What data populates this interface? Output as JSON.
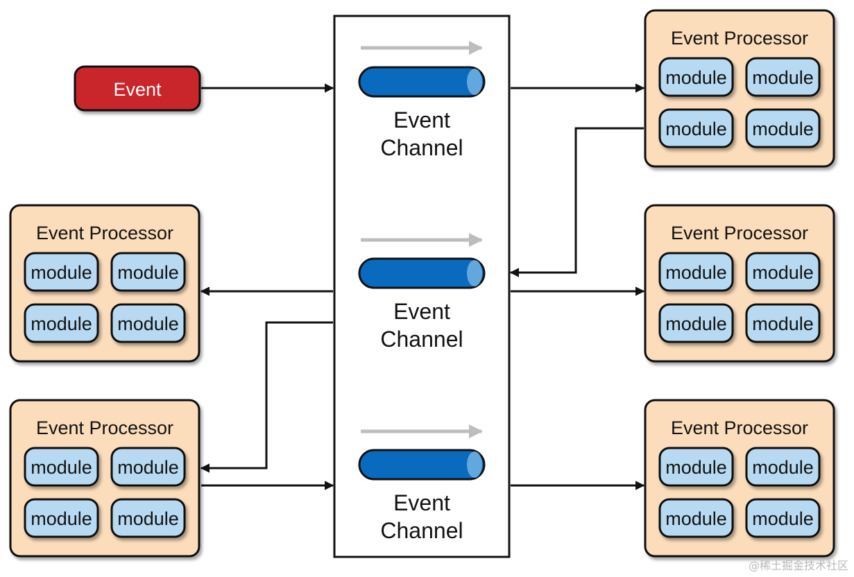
{
  "event": {
    "label": "Event"
  },
  "channels": [
    {
      "label_line1": "Event",
      "label_line2": "Channel"
    },
    {
      "label_line1": "Event",
      "label_line2": "Channel"
    },
    {
      "label_line1": "Event",
      "label_line2": "Channel"
    }
  ],
  "processors": [
    {
      "title": "Event Processor",
      "modules": [
        "module",
        "module",
        "module",
        "module"
      ]
    },
    {
      "title": "Event Processor",
      "modules": [
        "module",
        "module",
        "module",
        "module"
      ]
    },
    {
      "title": "Event Processor",
      "modules": [
        "module",
        "module",
        "module",
        "module"
      ]
    },
    {
      "title": "Event Processor",
      "modules": [
        "module",
        "module",
        "module",
        "module"
      ]
    },
    {
      "title": "Event Processor",
      "modules": [
        "module",
        "module",
        "module",
        "module"
      ]
    }
  ],
  "watermark": "@稀土掘金技术社区",
  "colors": {
    "event_fill": "#c8262c",
    "processor_fill": "#fbdcbb",
    "module_fill": "#b7daf2",
    "channel_fill": "#0a6abd",
    "channel_cap": "#62a8de",
    "flow_arrow": "#bdbdbd",
    "line": "#111111"
  }
}
